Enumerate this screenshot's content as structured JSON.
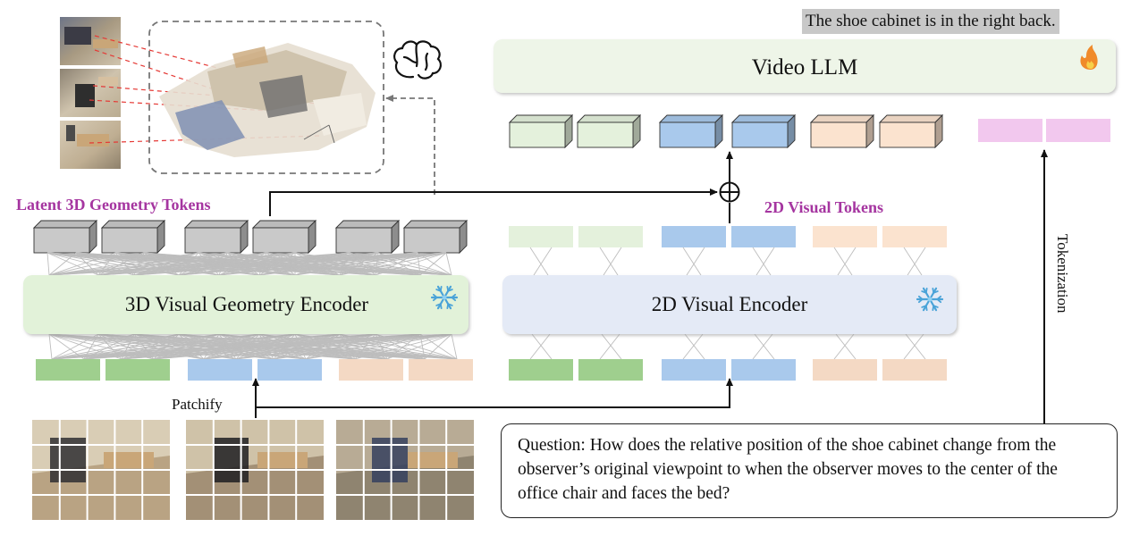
{
  "answer_text": "The shoe cabinet is in the right back.",
  "video_llm": {
    "label": "Video LLM",
    "badge_icon": "fire-icon"
  },
  "geometry_tokens_label": "Latent 3D Geometry Tokens",
  "visual_tokens_label": "2D Visual Tokens",
  "geometry_encoder": {
    "label": "3D Visual Geometry Encoder",
    "badge_icon": "snowflake-icon"
  },
  "visual_encoder": {
    "label": "2D Visual Encoder",
    "badge_icon": "snowflake-icon"
  },
  "patchify_label": "Patchify",
  "tokenization_label": "Tokenization",
  "question_text": "Question: How does the relative position of the shoe cabinet change from the observer’s original viewpoint to when the observer moves to the center of the office chair and faces the bed?",
  "icons": [
    "brain-icon",
    "fire-icon",
    "snowflake-icon",
    "plus-circle-icon"
  ],
  "colors": {
    "label_purple": "#a535a0",
    "encoder_3d_fill": "#e2f2d9",
    "encoder_2d_fill": "#e4eaf6",
    "llm_fill": "#eef5e8",
    "token_green": "#9fcf8e",
    "token_blue": "#a9c9ec",
    "token_peach": "#f4d9c4",
    "token_gray": "#c9c9c9",
    "token_pink": "#f2c8ee",
    "answer_highlight": "#c8c8c8"
  }
}
